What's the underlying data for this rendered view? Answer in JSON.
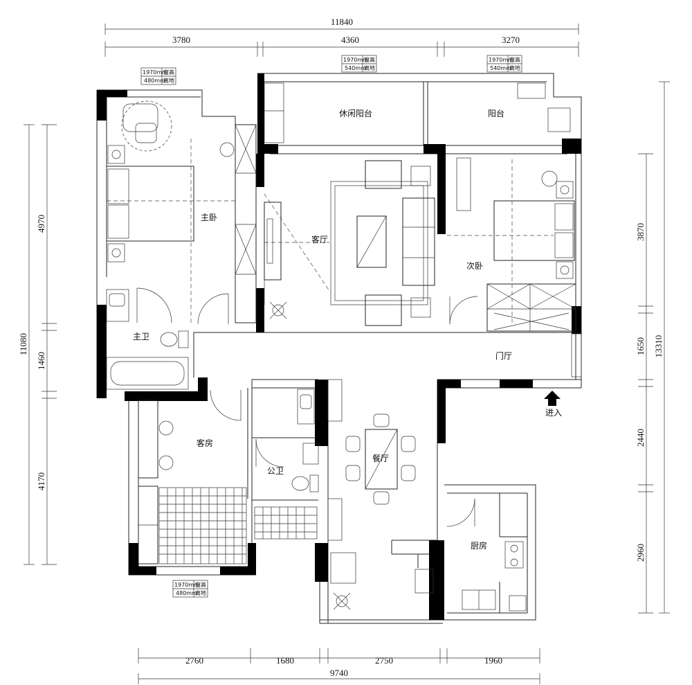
{
  "rooms": {
    "leisure_balcony": "休闲阳台",
    "balcony": "阳台",
    "master_bedroom": "主卧",
    "living_room": "客厅",
    "second_bedroom": "次卧",
    "master_bath": "主卫",
    "foyer": "门厅",
    "guest_room": "客房",
    "public_bath": "公卫",
    "dining_room": "餐厅",
    "kitchen": "厨房"
  },
  "entry_label": "进入",
  "dimensions": {
    "top_total": "11840",
    "top_segments": [
      "3780",
      "4360",
      "3270"
    ],
    "bottom_total": "9740",
    "bottom_segments": [
      "2760",
      "1680",
      "2750",
      "1960"
    ],
    "left_total": "11080",
    "left_segments": [
      "4970",
      "1460",
      "4170"
    ],
    "right_total": "13310",
    "right_segments": [
      "3870",
      "1650",
      "2440",
      "2960"
    ]
  },
  "window_notes": [
    {
      "height": "1970mm",
      "height_label": "窗高",
      "sill": "480mm",
      "sill_label": "离地"
    },
    {
      "height": "1970mm",
      "height_label": "窗高",
      "sill": "540mm",
      "sill_label": "离地"
    },
    {
      "height": "1970mm",
      "height_label": "窗高",
      "sill": "540mm",
      "sill_label": "离地"
    },
    {
      "height": "1970mm",
      "height_label": "窗高",
      "sill": "480mm",
      "sill_label": "离地"
    }
  ]
}
